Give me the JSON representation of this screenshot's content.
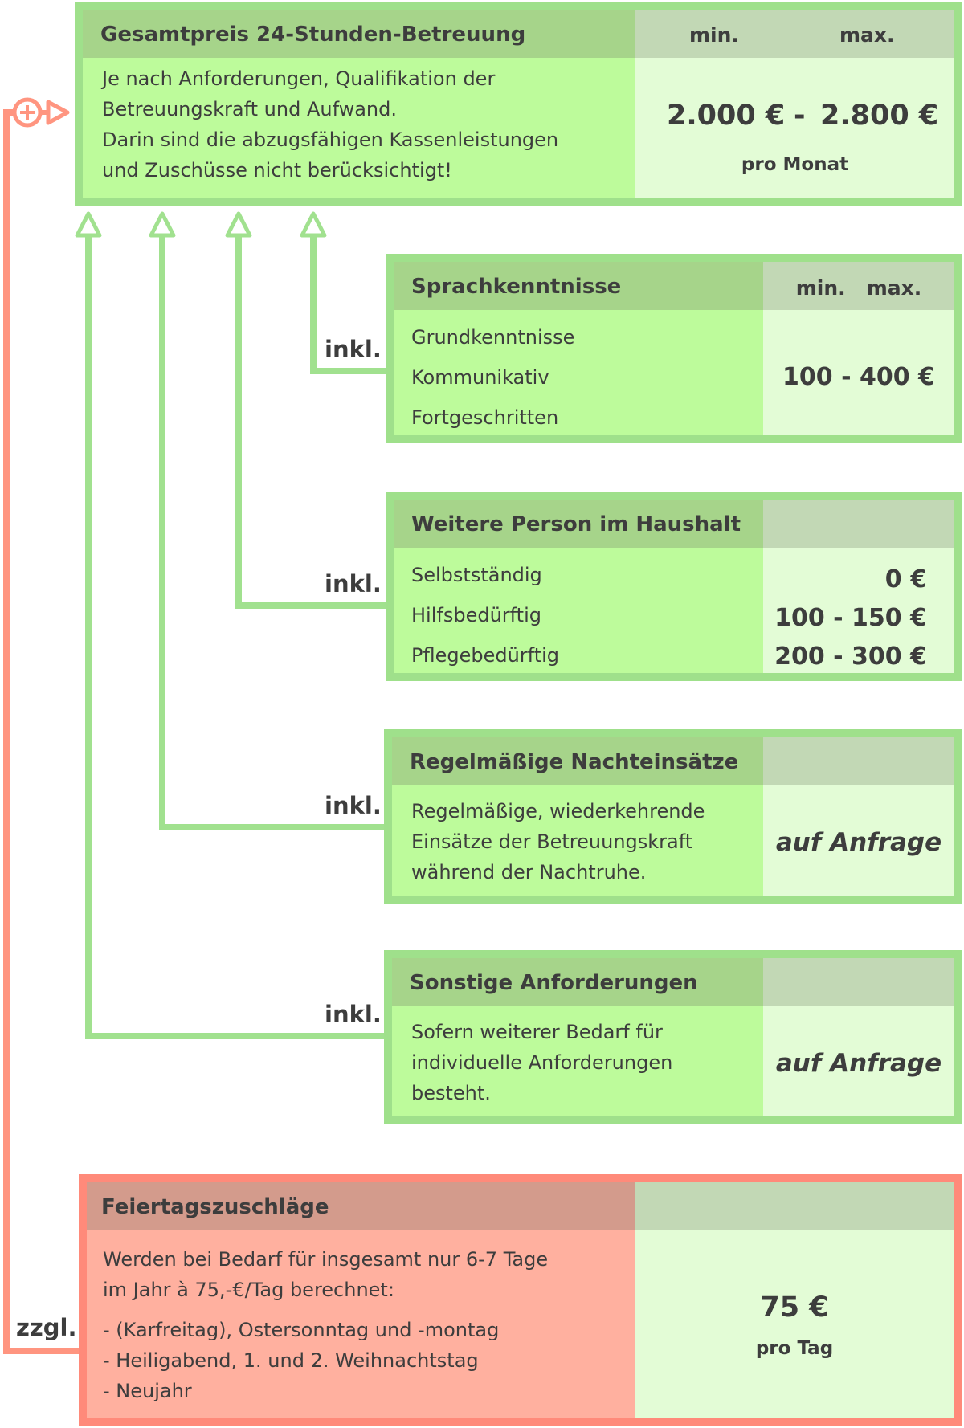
{
  "colors": {
    "green_border": "#9fe08b",
    "green_header": "#a6d48a",
    "green_header_right": "#c2d8b5",
    "green_body": "#bdfb9b",
    "green_body_right": "#e3fcd6",
    "green_line": "#a1e18f",
    "red_border": "#ff8a7a",
    "red_header": "#d39b8c",
    "red_body": "#ffb09f",
    "red_line": "#ff9580"
  },
  "main": {
    "title": "Gesamtpreis 24-Stunden-Betreuung",
    "col_min": "min.",
    "col_max": "max.",
    "lines": [
      "Je nach Anforderungen, Qualifikation der",
      "Betreuungskraft und Aufwand.",
      "Darin sind die abzugsfähigen Kassenleistungen",
      "und Zuschüsse nicht berücksichtigt!"
    ],
    "price_min": "2.000 €",
    "price_sep": "-",
    "price_max": "2.800 €",
    "price_unit": "pro Monat"
  },
  "sprach": {
    "title": "Sprachkenntnisse",
    "col_minmax": "min.   max.",
    "items": [
      "Grundkenntnisse",
      "Kommunikativ",
      "Fortgeschritten"
    ],
    "price": "100 - 400 €",
    "connector": "inkl."
  },
  "person": {
    "title": "Weitere Person im Haushalt",
    "items": [
      "Selbstständig",
      "Hilfsbedürftig",
      "Pflegebedürftig"
    ],
    "prices": [
      "0 €",
      "100 - 150 €",
      "200 - 300 €"
    ],
    "connector": "inkl."
  },
  "nacht": {
    "title": "Regelmäßige Nachteinsätze",
    "lines": [
      "Regelmäßige, wiederkehrende",
      "Einsätze der Betreuungskraft",
      "während der Nachtruhe."
    ],
    "price": "auf Anfrage",
    "connector": "inkl."
  },
  "sonstige": {
    "title": "Sonstige Anforderungen",
    "lines": [
      "Sofern weiterer Bedarf für",
      "individuelle Anforderungen",
      "besteht."
    ],
    "price": "auf Anfrage",
    "connector": "inkl."
  },
  "feiertag": {
    "title": "Feiertagszuschläge",
    "lines_a": [
      "Werden bei Bedarf für insgesamt nur 6-7 Tage",
      "im Jahr à 75,-€/Tag berechnet:"
    ],
    "lines_b": [
      "- (Karfreitag), Ostersonntag und -montag",
      "- Heiligabend, 1. und 2. Weihnachtstag",
      "- Neujahr"
    ],
    "price": "75 €",
    "price_unit": "pro Tag",
    "connector": "zzgl."
  }
}
